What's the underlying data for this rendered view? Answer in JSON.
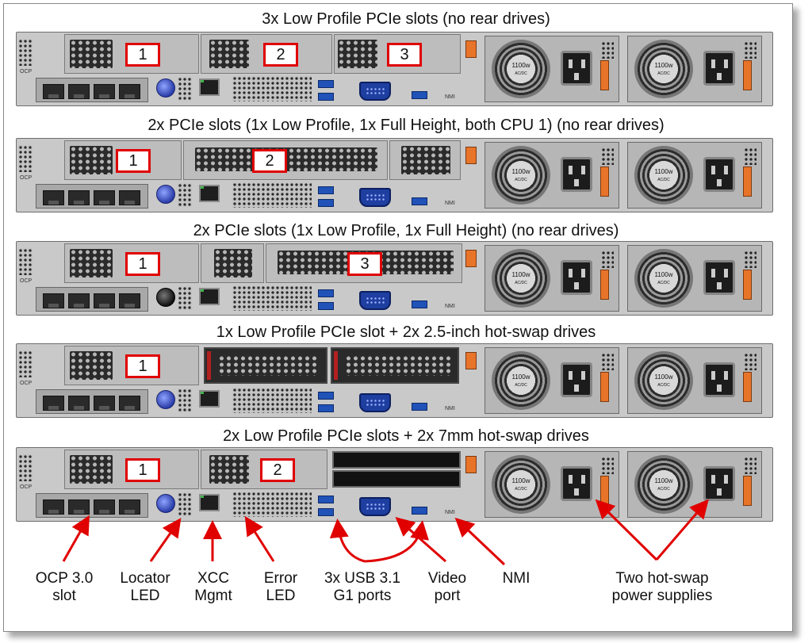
{
  "configs": [
    {
      "title": "3x Low Profile PCIe slots (no rear drives)",
      "slots": [
        "1",
        "2",
        "3"
      ]
    },
    {
      "title": "2x PCIe slots (1x Low Profile, 1x Full Height, both CPU 1) (no rear drives)",
      "slots": [
        "1",
        "2"
      ]
    },
    {
      "title": "2x PCIe slots (1x Low Profile, 1x Full Height) (no rear drives)",
      "slots": [
        "1",
        "3"
      ]
    },
    {
      "title": "1x Low Profile PCIe slot + 2x 2.5-inch hot-swap drives",
      "slots": [
        "1"
      ]
    },
    {
      "title": "2x Low Profile PCIe slots + 2x 7mm hot-swap drives",
      "slots": [
        "1",
        "2"
      ]
    }
  ],
  "psu": {
    "watt": "1100w",
    "type": "AC/DC"
  },
  "panel": {
    "ocp": "OCP",
    "nmi": "NMI"
  },
  "callouts": {
    "ocp": [
      "OCP 3.0",
      "slot"
    ],
    "locator": [
      "Locator",
      "LED"
    ],
    "xcc": [
      "XCC",
      "Mgmt"
    ],
    "error": [
      "Error",
      "LED"
    ],
    "usb": [
      "3x USB 3.1",
      "G1 ports"
    ],
    "video": [
      "Video",
      "port"
    ],
    "nmi": [
      "NMI"
    ],
    "psu": [
      "Two hot-swap",
      "power supplies"
    ]
  },
  "colors": {
    "callout": "#e00000",
    "handle": "#e8742a",
    "locator": "#2a3ca8",
    "usb": "#2052b8"
  }
}
